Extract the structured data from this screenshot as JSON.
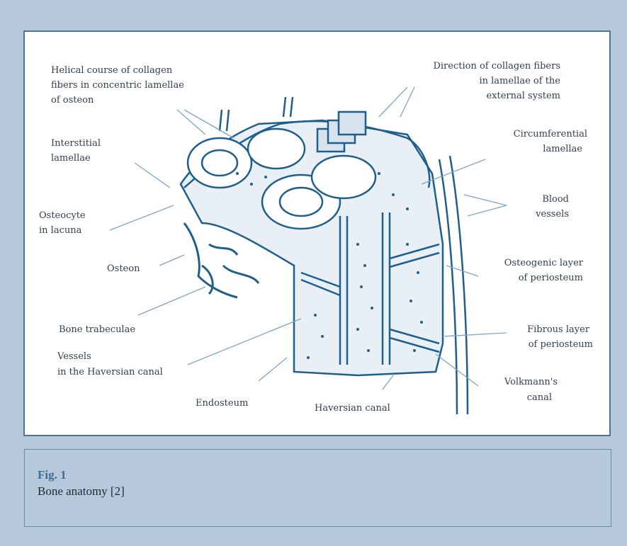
{
  "figure": {
    "labels": {
      "helical": [
        "Helical course of collagen",
        "fibers in concentric lamellae",
        "of osteon"
      ],
      "interstitial": [
        "Interstitial",
        "lamellae"
      ],
      "osteocyte": [
        "Osteocyte",
        "in lacuna"
      ],
      "osteon": "Osteon",
      "trabeculae": "Bone trabeculae",
      "vessels_haversian": [
        "Vessels",
        "in the Haversian canal"
      ],
      "endosteum": "Endosteum",
      "haversian_canal": "Haversian canal",
      "direction": [
        "Direction of collagen fibers",
        "in lamellae of the",
        "external system"
      ],
      "circumferential": [
        "Circumferential",
        "lamellae"
      ],
      "blood": [
        "Blood",
        "vessels"
      ],
      "osteogenic": [
        "Osteogenic layer",
        "of periosteum"
      ],
      "fibrous": [
        "Fibrous layer",
        "of periosteum"
      ],
      "volkmann": [
        "Volkmann's",
        "canal"
      ]
    },
    "colors": {
      "stroke": "#1f5f8b",
      "label_text": "#2f3f4e",
      "leader": "#7fa6c3"
    }
  },
  "caption": {
    "number": "Fig. 1",
    "text": "Bone anatomy [2]",
    "number_color": "#3c6e95"
  }
}
